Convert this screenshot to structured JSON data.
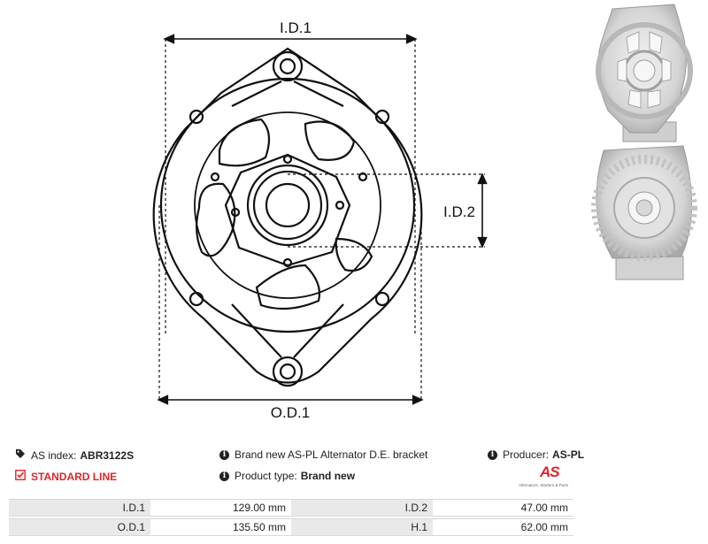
{
  "drawing": {
    "labels": {
      "id1": "I.D.1",
      "id2": "I.D.2",
      "od1": "O.D.1"
    }
  },
  "info": {
    "as_index_label": "AS index:",
    "as_index_value": "ABR3122S",
    "description": "Brand new AS-PL Alternator D.E. bracket",
    "producer_label": "Producer:",
    "producer_value": "AS-PL",
    "standard_line": "STANDARD LINE",
    "product_type_label": "Product type:",
    "product_type_value": "Brand new"
  },
  "logo": {
    "mark": "AS",
    "tagline": "Alternators, Starters & Parts"
  },
  "specs": [
    {
      "l1": "I.D.1",
      "v1": "129.00 mm",
      "l2": "I.D.2",
      "v2": "47.00 mm"
    },
    {
      "l1": "O.D.1",
      "v1": "135.50 mm",
      "l2": "H.1",
      "v2": "62.00 mm"
    }
  ]
}
